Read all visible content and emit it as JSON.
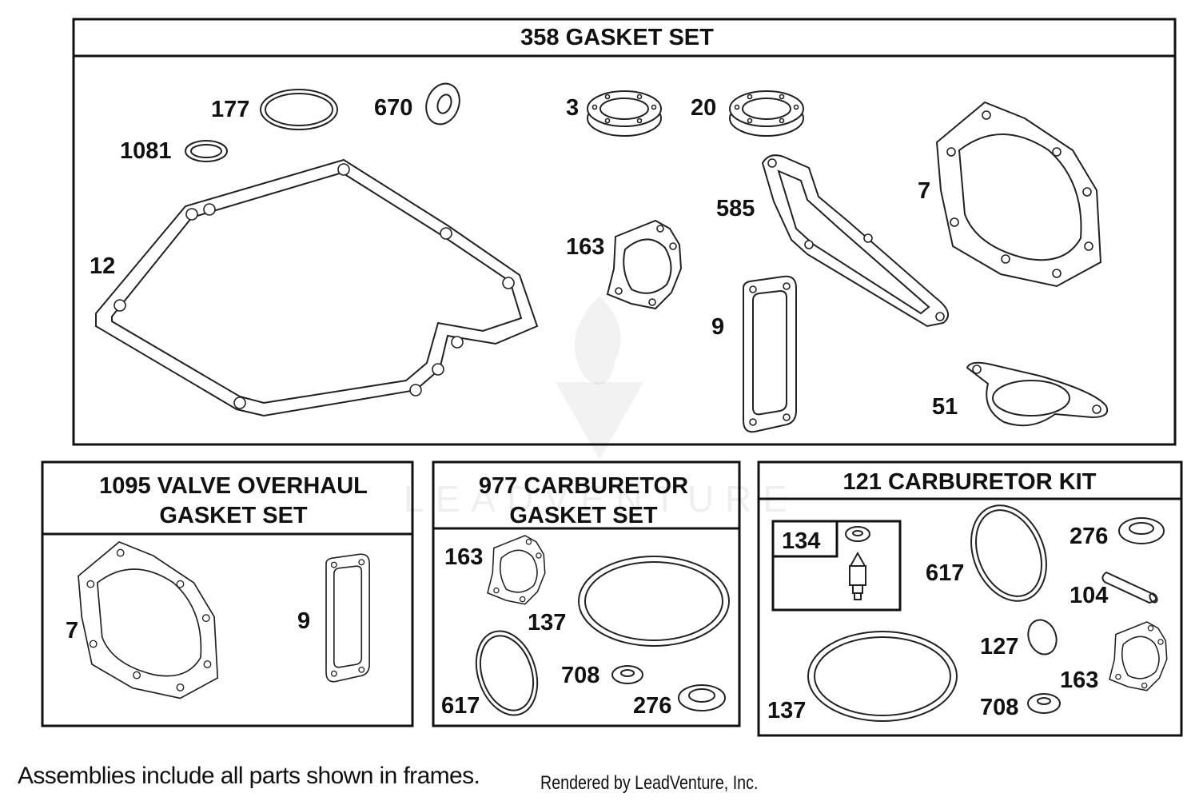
{
  "frames": {
    "gasket_set": {
      "title": "358 GASKET SET",
      "labels": {
        "p177": "177",
        "p670": "670",
        "p3": "3",
        "p20": "20",
        "p1081": "1081",
        "p12": "12",
        "p163": "163",
        "p585": "585",
        "p7": "7",
        "p9": "9",
        "p51": "51"
      }
    },
    "valve_overhaul": {
      "title_line1": "1095 VALVE OVERHAUL",
      "title_line2": "GASKET SET",
      "labels": {
        "p7": "7",
        "p9": "9"
      }
    },
    "carb_gasket_set": {
      "title_line1": "977 CARBURETOR",
      "title_line2": "GASKET SET",
      "labels": {
        "p163": "163",
        "p137": "137",
        "p708": "708",
        "p617": "617",
        "p276": "276"
      }
    },
    "carb_kit": {
      "title": "121 CARBURETOR KIT",
      "labels": {
        "p134": "134",
        "p617": "617",
        "p276": "276",
        "p104": "104",
        "p127": "127",
        "p163": "163",
        "p137": "137",
        "p708": "708"
      }
    }
  },
  "footer": {
    "note": "Assemblies include all parts shown in frames.",
    "credit": "Rendered by LeadVenture, Inc."
  },
  "watermark": {
    "text": "LEADVENTURE"
  }
}
